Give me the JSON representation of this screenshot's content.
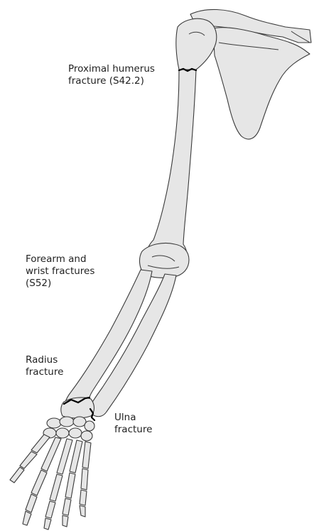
{
  "labels": {
    "proximal_humerus": {
      "line1": "Proximal humerus",
      "line2": "fracture (S42.2)"
    },
    "forearm_wrist": {
      "line1": "Forearm and",
      "line2": "wrist fractures",
      "line3": "(S52)"
    },
    "radius": {
      "line1": "Radius",
      "line2": "fracture"
    },
    "ulna": {
      "line1": "Ulna",
      "line2": "fracture"
    }
  },
  "colors": {
    "bone_fill": "#e6e6e6",
    "bone_outline": "#3a3a3a",
    "fracture_line": "#000000",
    "text": "#222222",
    "background": "#ffffff"
  }
}
